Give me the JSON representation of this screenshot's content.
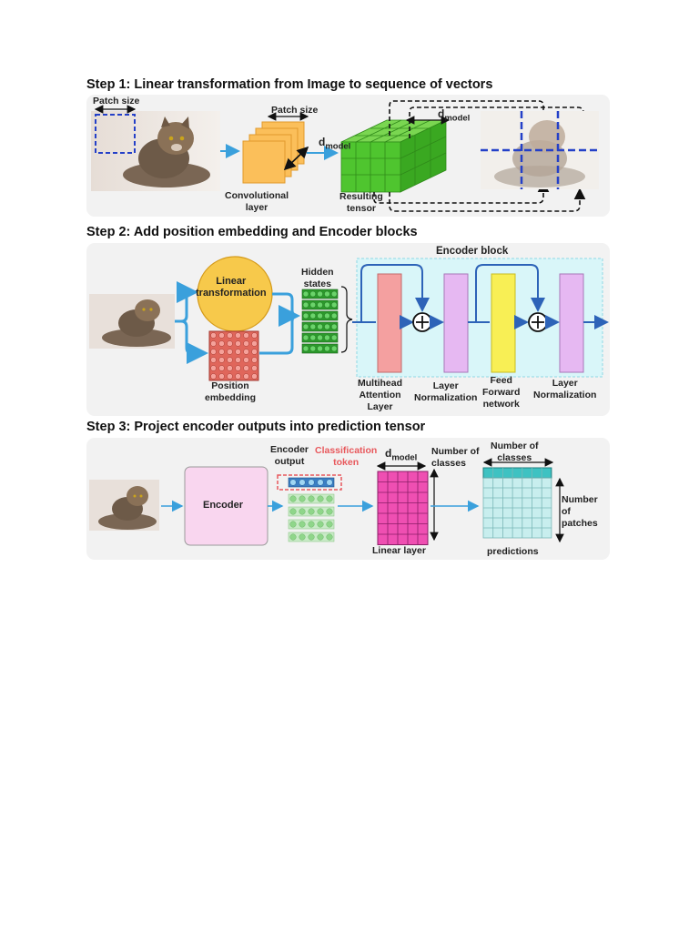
{
  "step1": {
    "title": "Step 1: Linear transformation from Image to sequence of vectors",
    "patch_size_left": "Patch size",
    "patch_size_top": "Patch size",
    "d": "d",
    "model": "model",
    "conv_layer": [
      "Convolutional",
      "layer"
    ],
    "resulting_tensor": [
      "Resulting",
      "tensor"
    ],
    "d2": "d",
    "model2": "model"
  },
  "step2": {
    "title": "Step 2: Add position embedding and Encoder blocks",
    "linear_transformation": [
      "Linear",
      "transformation"
    ],
    "hidden_states": [
      "Hidden",
      "states"
    ],
    "position_embedding": [
      "Position",
      "embedding"
    ],
    "encoder_block": "Encoder block",
    "multihead": [
      "Multihead",
      "Attention",
      "Layer"
    ],
    "layer_norm_1": [
      "Layer",
      "Normalization"
    ],
    "feed_forward": [
      "Feed",
      "Forward",
      "network"
    ],
    "layer_norm_2": [
      "Layer",
      "Normalization"
    ]
  },
  "step3": {
    "title": "Step 3: Project encoder outputs into prediction tensor",
    "encoder": "Encoder",
    "encoder_output": [
      "Encoder",
      "output"
    ],
    "classification_token": [
      "Classification",
      "token"
    ],
    "d": "d",
    "model": "model",
    "number_of_classes_left": [
      "Number of",
      "classes"
    ],
    "linear_layer": "Linear layer",
    "number_of_classes_top": [
      "Number of",
      "classes"
    ],
    "number_of_patches": [
      "Number",
      "of",
      "patches"
    ],
    "predictions": "predictions"
  },
  "colors": {
    "panel_bg": "#f2f2f2",
    "arrow_blue": "#3aa0dc",
    "conv_orange": "#fbbf5a",
    "tensor_green": "#4fc52f",
    "linear_circle": "#f7c94b",
    "position_red": "#e0665b",
    "encoder_bg": "#d9f6f9",
    "attention_pink": "#f4a0a0",
    "layernorm_violet": "#e6b8f2",
    "feedforward_yellow": "#f8ef55",
    "encoder_box": "#f9d6ef",
    "linear_magenta": "#ef4fb2",
    "prediction_teal": "#3ec2c2",
    "classification_red": "#e8585c",
    "dashed_blue": "#2440c8"
  }
}
